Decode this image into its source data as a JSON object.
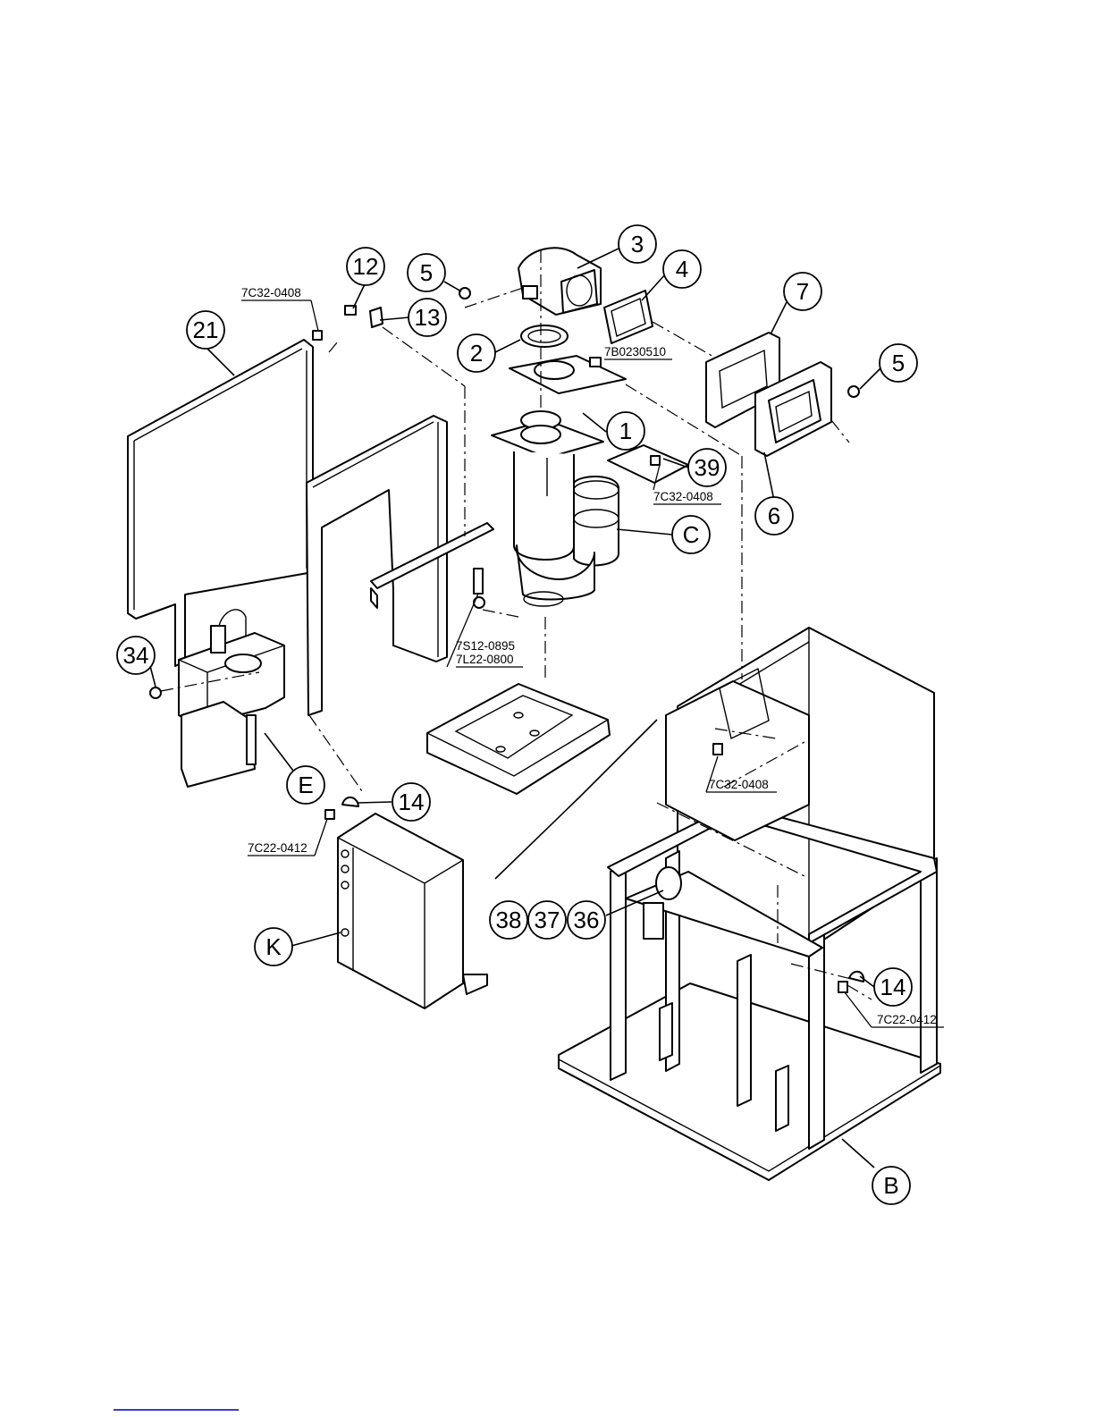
{
  "callouts": {
    "c3": "3",
    "c4": "4",
    "c12": "12",
    "c5a": "5",
    "c13": "13",
    "c21": "21",
    "c2": "2",
    "c7": "7",
    "c5b": "5",
    "c1": "1",
    "c39": "39",
    "c6": "6",
    "cC": "C",
    "c34": "34",
    "cE": "E",
    "c14a": "14",
    "cK": "K",
    "c38": "38",
    "c37": "37",
    "c36": "36",
    "c14b": "14",
    "cB": "B"
  },
  "part_numbers": {
    "pn_7c32_0408_top": "7C32-0408",
    "pn_7b0230510": "7B0230510",
    "pn_7c32_0408_right": "7C32-0408",
    "pn_7s12_0895": "7S12-0895",
    "pn_7l22_0800": "7L22-0800",
    "pn_7c32_0408_mid": "7C32-0408",
    "pn_7c22_0412_left": "7C22-0412",
    "pn_7c22_0412_right": "7C22-0412"
  }
}
